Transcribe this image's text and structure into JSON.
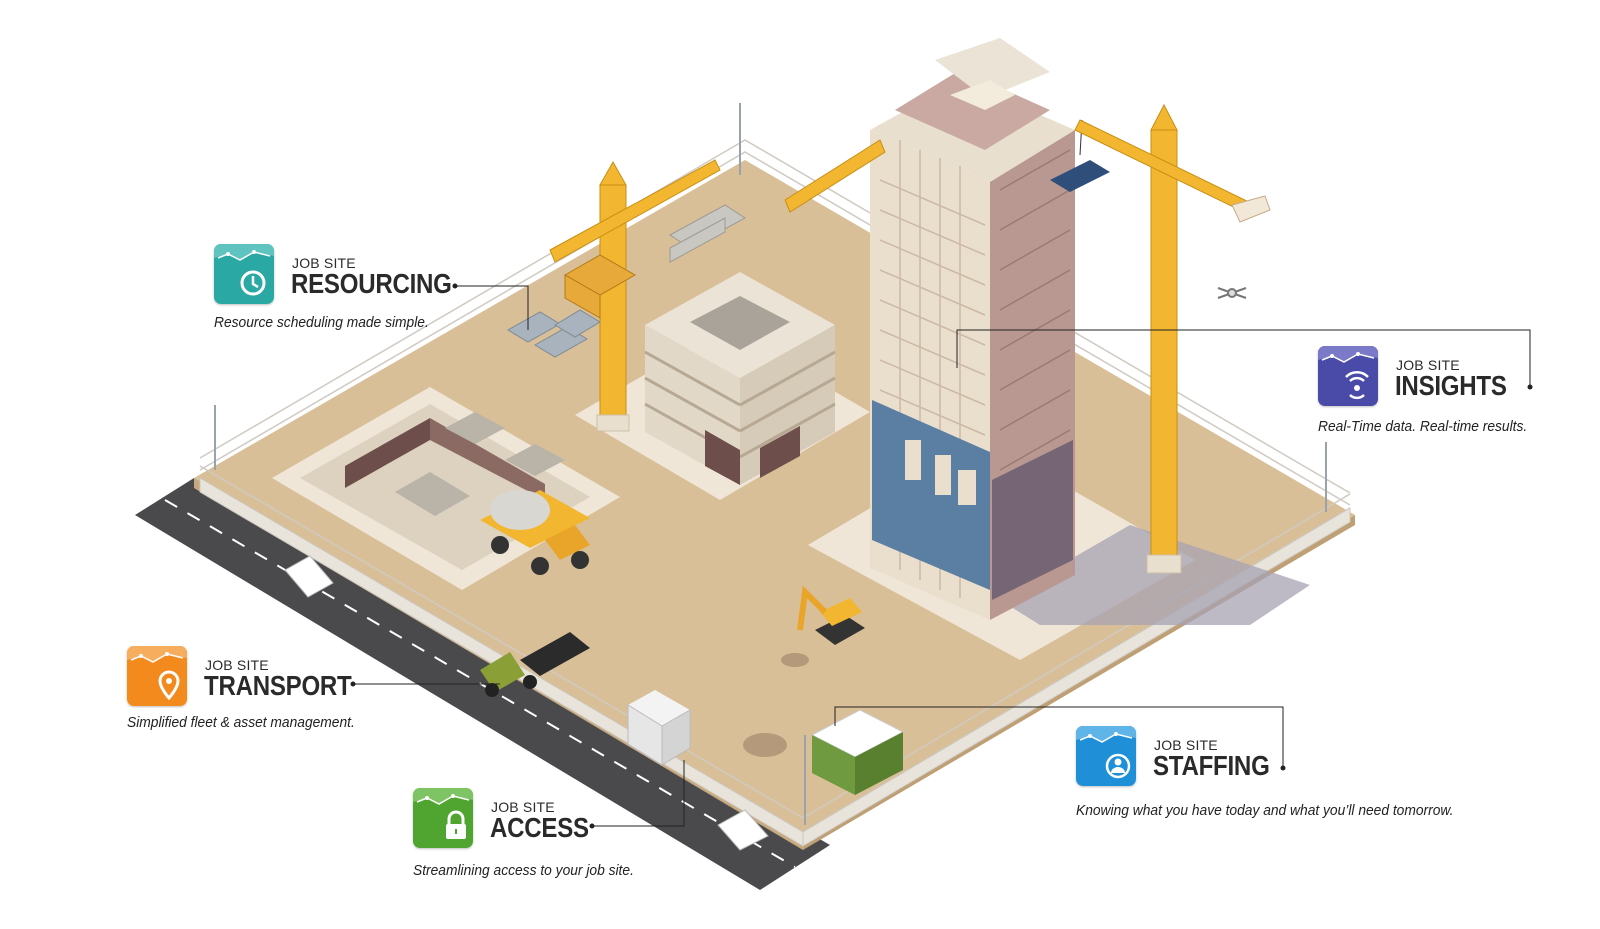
{
  "callouts": {
    "resourcing": {
      "eyebrow": "JOB SITE",
      "title": "RESOURCING",
      "description": "Resource scheduling made simple.",
      "color": "#2aa8a4",
      "icon": "clock-icon"
    },
    "insights": {
      "eyebrow": "JOB SITE",
      "title": "INSIGHTS",
      "description": "Real-Time data. Real-time results.",
      "color": "#4a4aa8",
      "icon": "signal-icon"
    },
    "transport": {
      "eyebrow": "JOB SITE",
      "title": "TRANSPORT",
      "description": "Simplified fleet & asset management.",
      "color": "#f28a1e",
      "icon": "location-pin-icon"
    },
    "access": {
      "eyebrow": "JOB SITE",
      "title": "ACCESS",
      "description": "Streamlining access to your job site.",
      "color": "#4fa52f",
      "icon": "lock-icon"
    },
    "staffing": {
      "eyebrow": "JOB SITE",
      "title": "STAFFING",
      "description": "Knowing what you have today and what you’ll need tomorrow.",
      "color": "#1f8fd8",
      "icon": "user-icon"
    }
  }
}
